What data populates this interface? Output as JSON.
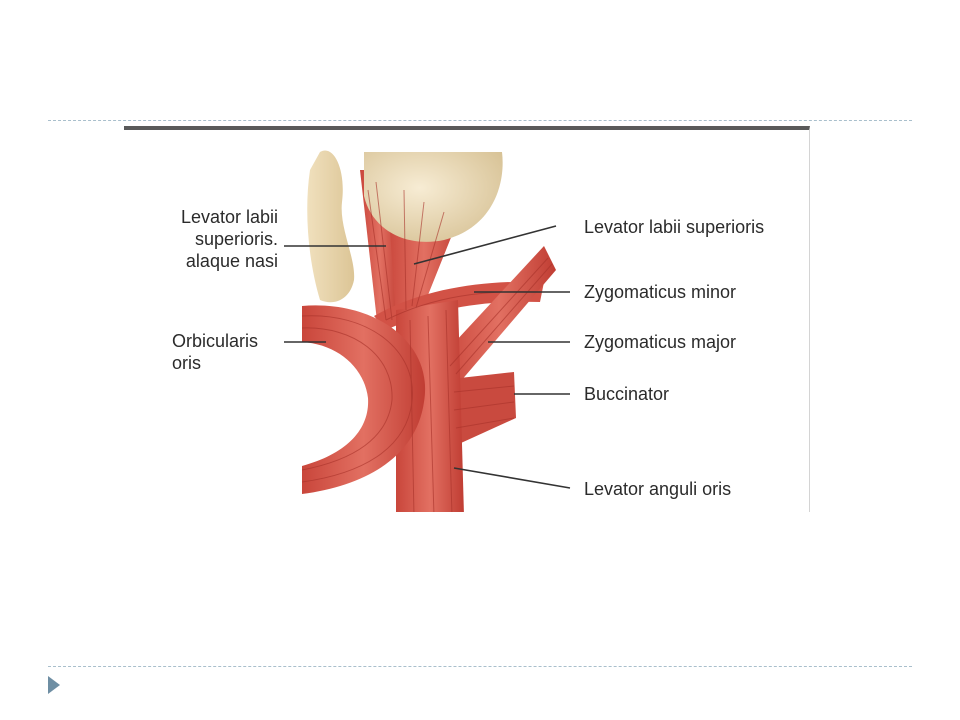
{
  "slide": {
    "accent_color": "#6e8ea3",
    "bullet_icon": "triangle-bullet-icon"
  },
  "diagram": {
    "labels": {
      "levator_labii_superioris_alaque_nasi": {
        "line1": "Levator labii",
        "line2": "superioris.",
        "line3": "alaque nasi"
      },
      "orbicularis_oris": {
        "line1": "Orbicularis",
        "line2": "oris"
      },
      "levator_labii_superioris": "Levator labii superioris",
      "zygomaticus_minor": "Zygomaticus minor",
      "zygomaticus_major": "Zygomaticus major",
      "buccinator": "Buccinator",
      "levator_anguli_oris": "Levator anguli oris"
    },
    "colors": {
      "muscle": "#d9574a",
      "muscle_dark": "#b8352c",
      "bone": "#efe0c0",
      "leader": "#333333"
    }
  }
}
